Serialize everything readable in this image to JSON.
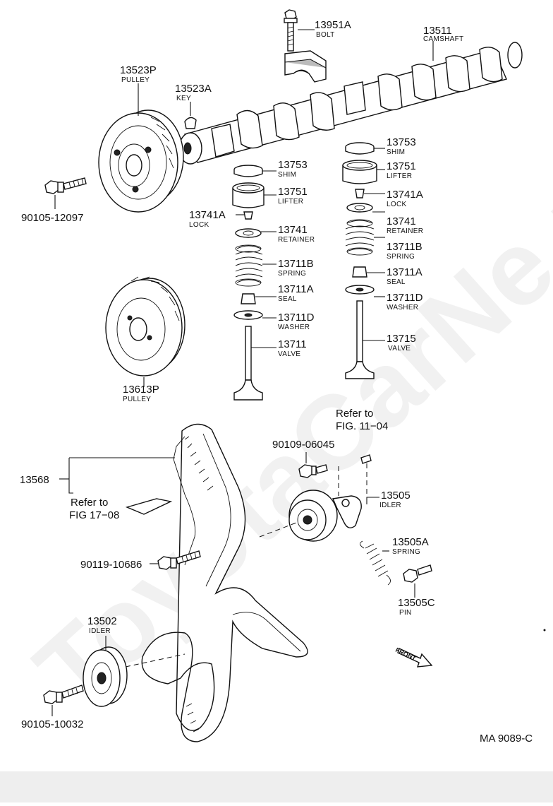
{
  "diagram_code": "MA 9089-C",
  "watermark": "ToyotaCarNe.ru",
  "parts": {
    "bolt_13951A": {
      "number": "13951A",
      "name": "BOLT"
    },
    "camshaft_13511": {
      "number": "13511",
      "name": "CAMSHAFT"
    },
    "pulley_13523P": {
      "number": "13523P",
      "name": "PULLEY"
    },
    "key_13523A": {
      "number": "13523A",
      "name": "KEY"
    },
    "bolt_90105_12097": {
      "number": "90105-12097"
    },
    "shim_left_13753": {
      "number": "13753",
      "name": "SHIM"
    },
    "lifter_left_13751": {
      "number": "13751",
      "name": "LIFTER"
    },
    "lock_left_13741A": {
      "number": "13741A",
      "name": "LOCK"
    },
    "retainer_left_13741": {
      "number": "13741",
      "name": "RETAINER"
    },
    "spring_left_13711B": {
      "number": "13711B",
      "name": "SPRING"
    },
    "seal_left_13711A": {
      "number": "13711A",
      "name": "SEAL"
    },
    "washer_left_13711D": {
      "number": "13711D",
      "name": "WASHER"
    },
    "valve_13711": {
      "number": "13711",
      "name": "VALVE"
    },
    "shim_right_13753": {
      "number": "13753",
      "name": "SHIM"
    },
    "lifter_right_13751": {
      "number": "13751",
      "name": "LIFTER"
    },
    "lock_right_13741A": {
      "number": "13741A",
      "name": "LOCK"
    },
    "retainer_right_13741": {
      "number": "13741",
      "name": "RETAINER"
    },
    "spring_right_13711B": {
      "number": "13711B",
      "name": "SPRING"
    },
    "seal_right_13711A": {
      "number": "13711A",
      "name": "SEAL"
    },
    "washer_right_13711D": {
      "number": "13711D",
      "name": "WASHER"
    },
    "valve_13715": {
      "number": "13715",
      "name": "VALVE"
    },
    "pulley_13613P": {
      "number": "13613P",
      "name": "PULLEY"
    },
    "belt_13568": {
      "number": "13568"
    },
    "bolt_90109_06045": {
      "number": "90109-06045"
    },
    "idler_13505": {
      "number": "13505",
      "name": "IDLER"
    },
    "spring_13505A": {
      "number": "13505A",
      "name": "SPRING"
    },
    "bolt_90119_10686": {
      "number": "90119-10686"
    },
    "pin_13505C": {
      "number": "13505C",
      "name": "PIN"
    },
    "idler_13502": {
      "number": "13502",
      "name": "IDLER"
    },
    "bolt_90105_10032": {
      "number": "90105-10032"
    }
  },
  "references": {
    "fig_11_04": {
      "line1": "Refer to",
      "line2": "FIG. 11−04"
    },
    "fig_17_08": {
      "line1": "Refer to",
      "line2": "FIG 17−08"
    }
  },
  "front_arrow_label": "FRONT"
}
